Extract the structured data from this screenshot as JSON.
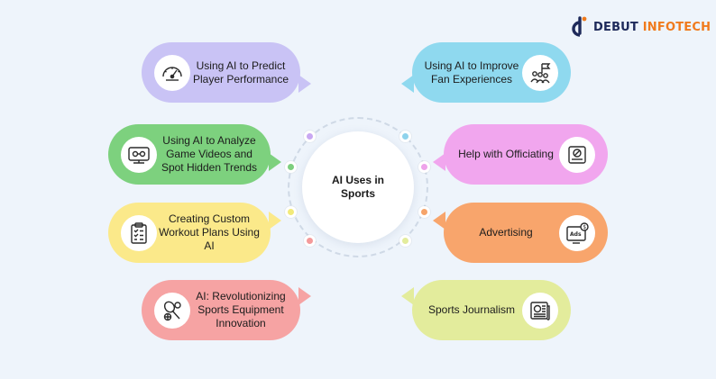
{
  "brand": {
    "name_part1": "DEBUT",
    "name_part2": "INFOTECH"
  },
  "center": {
    "title": "AI Uses in Sports"
  },
  "left_items": [
    {
      "label": "Using AI to Predict Player Performance",
      "color": "#c9c3f5",
      "icon": "speedometer-player-icon"
    },
    {
      "label": "Using AI to Analyze Game Videos and Spot Hidden Trends",
      "color": "#7dd17e",
      "icon": "video-analysis-icon"
    },
    {
      "label": "Creating Custom Workout Plans Using AI",
      "color": "#fbe98a",
      "icon": "clipboard-checklist-icon"
    },
    {
      "label": "AI: Revolutionizing Sports Equipment Innovation",
      "color": "#f6a3a3",
      "icon": "sports-equipment-icon"
    }
  ],
  "right_items": [
    {
      "label": "Using AI to Improve Fan Experiences",
      "color": "#8fd9ef",
      "icon": "fans-flag-icon"
    },
    {
      "label": "Help with Officiating",
      "color": "#f1a6ee",
      "icon": "referee-card-icon"
    },
    {
      "label": "Advertising",
      "color": "#f8a56c",
      "icon": "ads-screen-icon"
    },
    {
      "label": "Sports Journalism",
      "color": "#e3ec9c",
      "icon": "newspaper-icon"
    }
  ],
  "dot_colors": {
    "left": [
      "#c9a8f2",
      "#7dcf7e",
      "#f2ea7a",
      "#f49a9a"
    ],
    "right": [
      "#8fd3ec",
      "#eea3ea",
      "#f6a46a",
      "#e3ec9c"
    ]
  }
}
